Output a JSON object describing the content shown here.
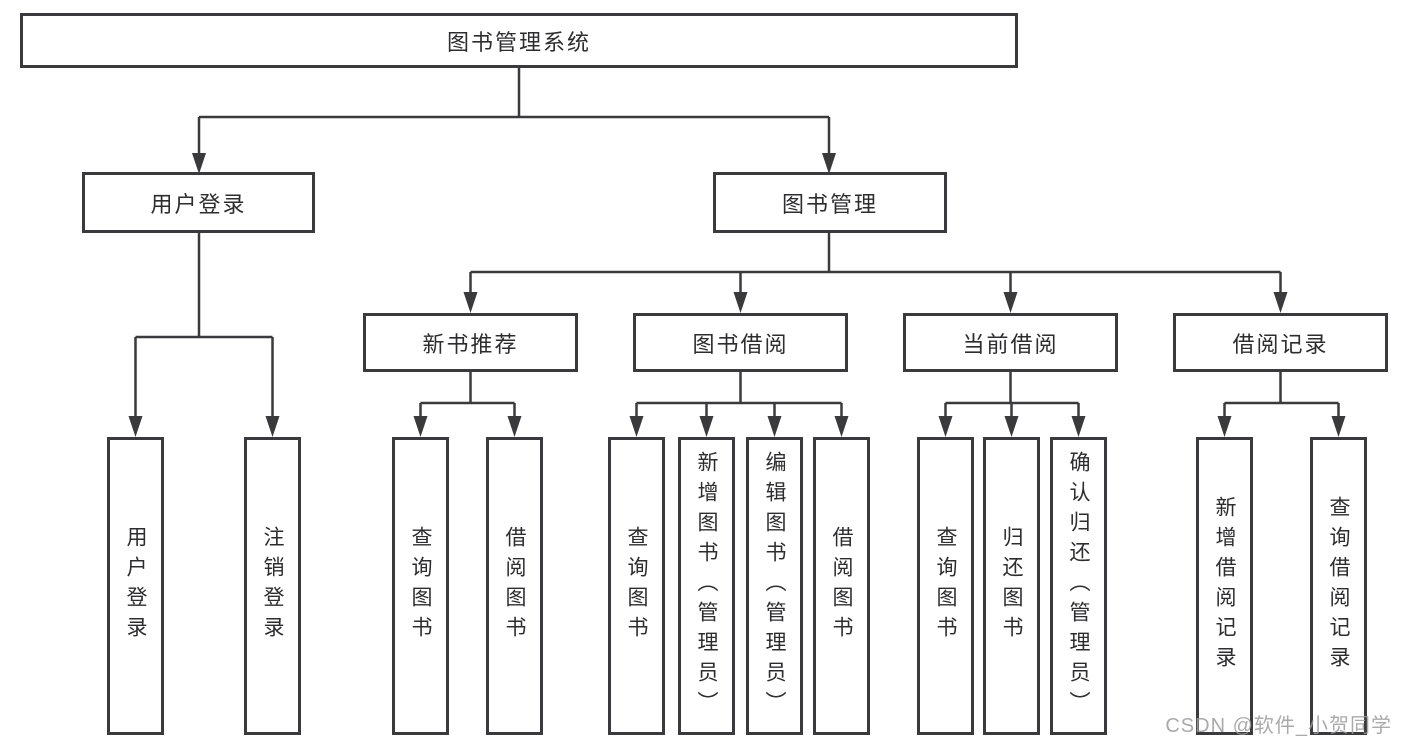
{
  "diagram": {
    "root": {
      "label": "图书管理系统",
      "children": [
        {
          "label": "用户登录",
          "children": [
            {
              "label": "用户登录"
            },
            {
              "label": "注销登录"
            }
          ]
        },
        {
          "label": "图书管理",
          "children": [
            {
              "label": "新书推荐",
              "children": [
                {
                  "label": "查询图书"
                },
                {
                  "label": "借阅图书"
                }
              ]
            },
            {
              "label": "图书借阅",
              "children": [
                {
                  "label": "查询图书"
                },
                {
                  "label": "新增图书（管理员）"
                },
                {
                  "label": "编辑图书（管理员）"
                },
                {
                  "label": "借阅图书"
                }
              ]
            },
            {
              "label": "当前借阅",
              "children": [
                {
                  "label": "查询图书"
                },
                {
                  "label": "归还图书"
                },
                {
                  "label": "确认归还（管理员）"
                }
              ]
            },
            {
              "label": "借阅记录",
              "children": [
                {
                  "label": "新增借阅记录"
                },
                {
                  "label": "查询借阅记录"
                }
              ]
            }
          ]
        }
      ]
    },
    "colors": {
      "line": "#3a3a3c",
      "text": "#2d2d2f",
      "background": "#ffffff",
      "watermark": "#9c9c9c"
    }
  },
  "watermark": {
    "text": "CSDN @软件_小贺同学"
  }
}
